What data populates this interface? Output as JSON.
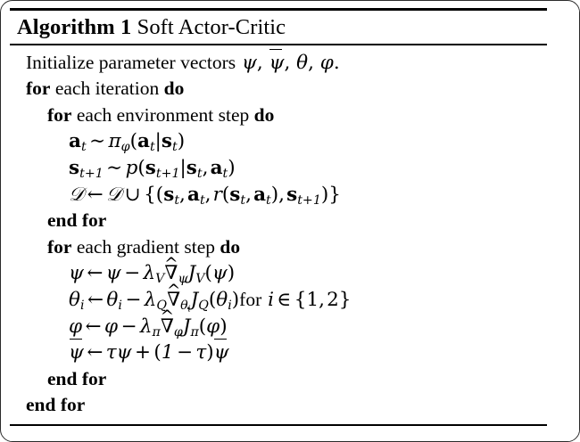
{
  "figure": {
    "kind": "algorithm-pseudocode-block",
    "title": {
      "keyword": "Algorithm 1",
      "name": "Soft Actor-Critic"
    },
    "rules": {
      "top": "thick",
      "under_title": "thin",
      "bottom": "thin"
    },
    "lines": [
      {
        "indent": 1,
        "id": "line-initialize",
        "text": "Initialize parameter vectors ψ, ψ̄, θ, ϕ."
      },
      {
        "indent": 1,
        "id": "line-for-iteration",
        "text": "for each iteration do"
      },
      {
        "indent": 2,
        "id": "line-for-env-step",
        "text": "for each environment step do"
      },
      {
        "indent": 3,
        "id": "line-sample-action",
        "text": "a_t ∼ π_ϕ(a_t|s_t)"
      },
      {
        "indent": 3,
        "id": "line-sample-next-state",
        "text": "s_{t+1} ∼ p(s_{t+1}|s_t, a_t)"
      },
      {
        "indent": 3,
        "id": "line-replay-buffer",
        "text": "D ← D ∪ {(s_t, a_t, r(s_t, a_t), s_{t+1})}"
      },
      {
        "indent": 2,
        "id": "line-end-for-env",
        "text": "end for"
      },
      {
        "indent": 2,
        "id": "line-for-grad-step",
        "text": "for each gradient step do"
      },
      {
        "indent": 3,
        "id": "line-update-psi",
        "text": "ψ ← ψ − λ_V ∇̂_ψ J_V(ψ)"
      },
      {
        "indent": 3,
        "id": "line-update-theta",
        "text": "θ_i ← θ_i − λ_Q ∇̂_{θ_i} J_Q(θ_i) for i ∈ {1, 2}"
      },
      {
        "indent": 3,
        "id": "line-update-phi",
        "text": "ϕ ← ϕ − λ_π ∇̂_ϕ J_π(ϕ)"
      },
      {
        "indent": 3,
        "id": "line-update-psi-bar",
        "text": "ψ̄ ← τψ + (1 − τ)ψ̄"
      },
      {
        "indent": 2,
        "id": "line-end-for-grad",
        "text": "end for"
      },
      {
        "indent": 1,
        "id": "line-end-for-iteration",
        "text": "end for"
      }
    ],
    "keywords": {
      "for": "for",
      "do": "do",
      "end_for": "end for",
      "each": "each",
      "iteration": "iteration",
      "environment_step": "environment step",
      "gradient_step": "gradient step",
      "initialize_prefix": "Initialize parameter vectors",
      "for_i_in": "for"
    },
    "colors": {
      "ink": "#000000",
      "paper": "#ffffff",
      "frame": "#2b2b2b"
    }
  }
}
